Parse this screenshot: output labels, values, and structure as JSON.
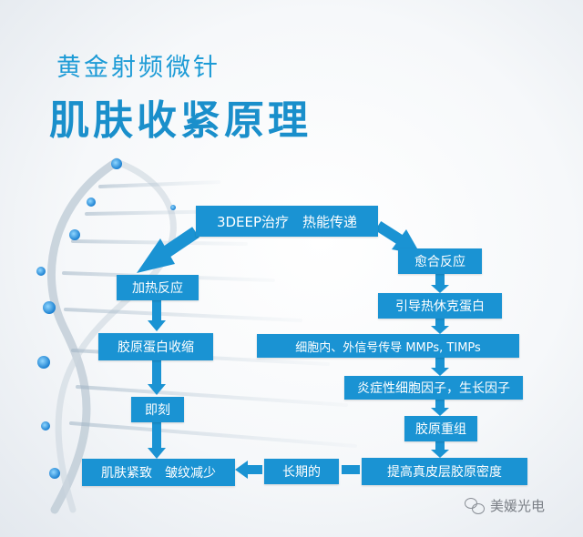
{
  "header": {
    "subtitle": "黄金射频微针",
    "title": "肌肤收紧原理"
  },
  "nodes": {
    "start": "3DEEP治疗　热能传递",
    "heat_reaction": "加热反应",
    "collagen_shrink": "胶原蛋白收缩",
    "immediate": "即刻",
    "result": "肌肤紧致　皱纹减少",
    "long_term": "长期的",
    "healing": "愈合反应",
    "hsp": "引导热休克蛋白",
    "mmps": "细胞内、外信号传导 MMPs, TIMPs",
    "factors": "炎症性细胞因子，生长因子",
    "remodel": "胶原重组",
    "density": "提高真皮层胶原密度"
  },
  "watermark": {
    "text": "美媛光电",
    "icon": "wechat-icon"
  },
  "colors": {
    "box": "#1a93d3",
    "title": "#1a8fcb",
    "arrow": "#1a93d3"
  }
}
